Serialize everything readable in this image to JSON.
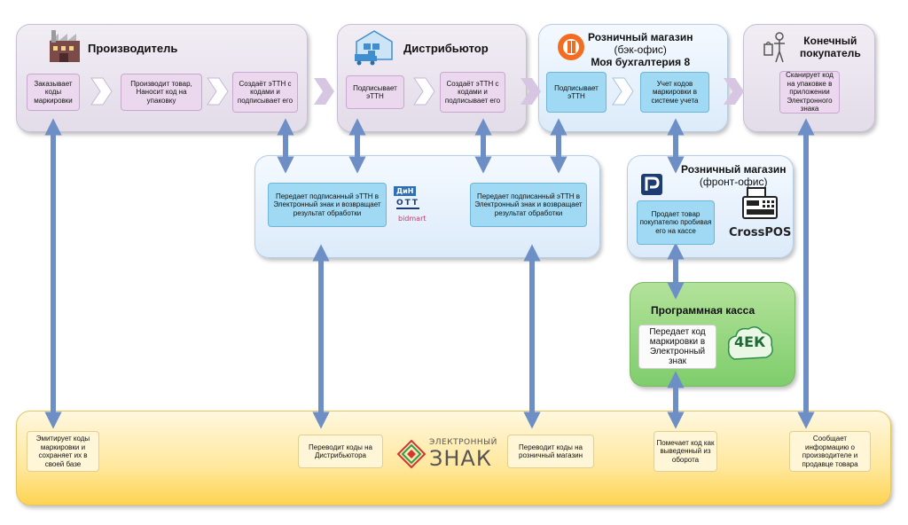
{
  "producer": {
    "title": "Производитель",
    "steps": [
      "Заказывает коды маркировки",
      "Производит товар, Наносит код на упаковку",
      "Создаёт эТТН с кодами и подписывает его"
    ]
  },
  "distributor": {
    "title": "Дистрибьютор",
    "steps": [
      "Подписывает эТТН",
      "Создаёт эТТН с кодами и подписывает его"
    ]
  },
  "retail_back": {
    "title_line1": "Розничный магазин",
    "title_line2": "(бэк-офис)",
    "title_line3": "Моя бухгалтерия 8",
    "steps": [
      "Подписывает эТТН",
      "Учет кодов маркировки в системе учета"
    ]
  },
  "consumer": {
    "title_line1": "Конечный",
    "title_line2": "покупатель",
    "step": "Сканирует код на упаковке в приложении Электронного знака"
  },
  "edo": {
    "left": "Передает подписанный эТТН в Электронный знак и возвращает результат обработки",
    "right": "Передает подписанный эТТН в Электронный знак и возвращает результат обработки",
    "logos": [
      "ДиН",
      "ОТТ",
      "bidmart"
    ]
  },
  "retail_front": {
    "title_line1": "Розничный магазин",
    "title_line2": "(фронт-офис)",
    "step": "Продает товар покупателю пробивая его на кассе",
    "brand": "CrossPOS"
  },
  "cash_register": {
    "title": "Программная касса",
    "step": "Передает код маркировки в Электронный знак",
    "logo": "4ЕК"
  },
  "ez": {
    "steps": [
      "Эмитирует коды маркировки и сохраняет их в своей базе",
      "Переводит коды на Дистрибьютора",
      "Переводит коды на розничный магазин",
      "Помечает код как выведенный из оборота",
      "Сообщает информацию о производителе и продавце товара"
    ],
    "logo_line1": "ЭЛЕКТРОННЫЙ",
    "logo_line2": "ЗНАК"
  },
  "colors": {
    "arrow": "#6d8fc6",
    "chevron": "#d7c6e2"
  }
}
